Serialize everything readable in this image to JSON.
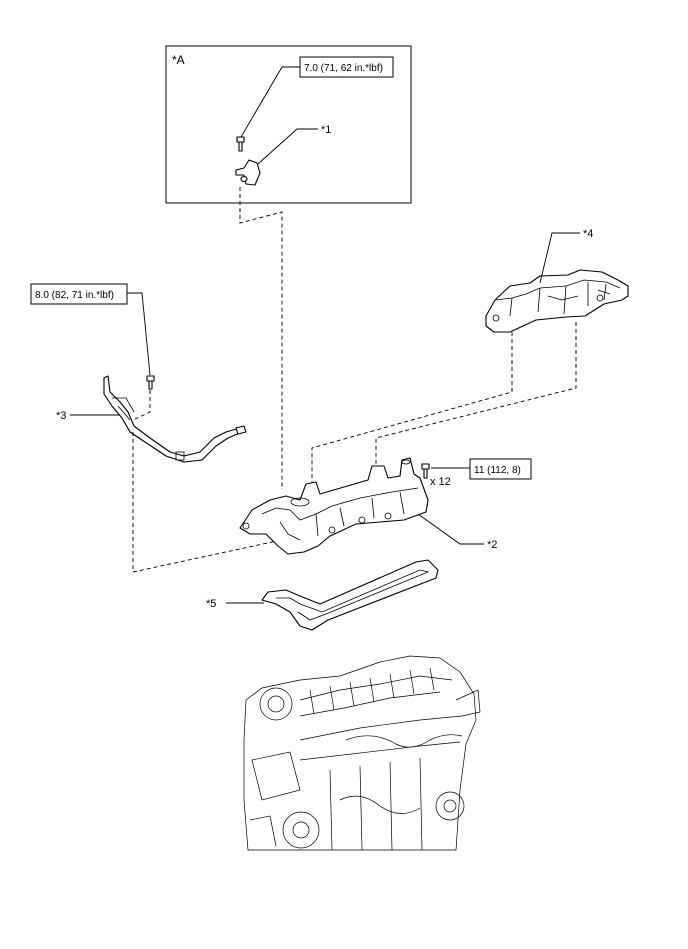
{
  "detail_view": {
    "label": "*A"
  },
  "callouts": {
    "c1": "*1",
    "c2": "*2",
    "c3": "*3",
    "c4": "*4",
    "c5": "*5"
  },
  "torque_specs": {
    "sensor_bolt": "7.0 (71, 62 in.*lbf)",
    "pipe_bolt": "8.0 (82, 71 in.*lbf)",
    "cover_bolts": "11 (112, 8)"
  },
  "quantities": {
    "cover_bolts": "x 12"
  }
}
